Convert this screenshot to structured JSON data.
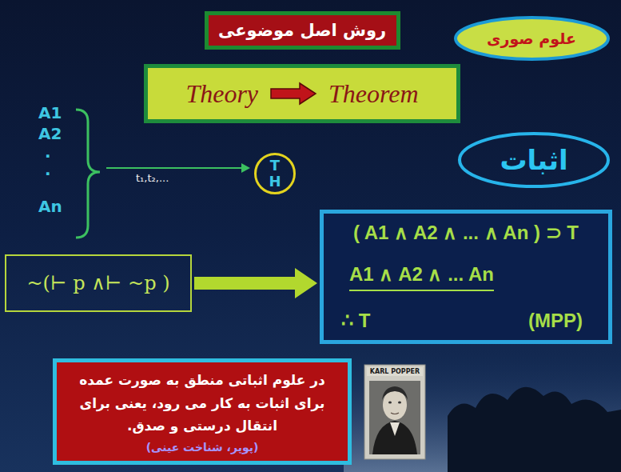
{
  "diagram": {
    "nodes": [
      {
        "text": [
          "روش اصل موضوعی"
        ]
      },
      {
        "text": [
          "علوم صوری"
        ]
      },
      {
        "text": [
          "Theory",
          "Theorem"
        ]
      },
      {
        "text": [
          "T",
          "H"
        ]
      },
      {
        "text": [
          "اثبات"
        ]
      },
      {
        "text": [
          "~(⊢ p ∧⊢ ~p )"
        ]
      },
      {
        "text": [
          "( A1 ∧ A2 ∧ ... ∧ An ) ⊃ T",
          "A1 ∧ A2 ∧ ... An",
          "∴ T",
          "(MPP)"
        ]
      },
      {
        "text": [
          "در علوم اثباتی منطق به صورت عمده برای اثبات به کار می رود، یعنی برای انتقال درستی و صدق.",
          "(پوپر، شناخت عینی)"
        ]
      }
    ],
    "edges": [
      {
        "from": 5,
        "to": 6,
        "arrow": "to"
      }
    ],
    "labels": [
      "A1",
      "A2",
      ".",
      ".",
      "An",
      "t₁,t₂,...",
      "KARL POPPER"
    ]
  }
}
